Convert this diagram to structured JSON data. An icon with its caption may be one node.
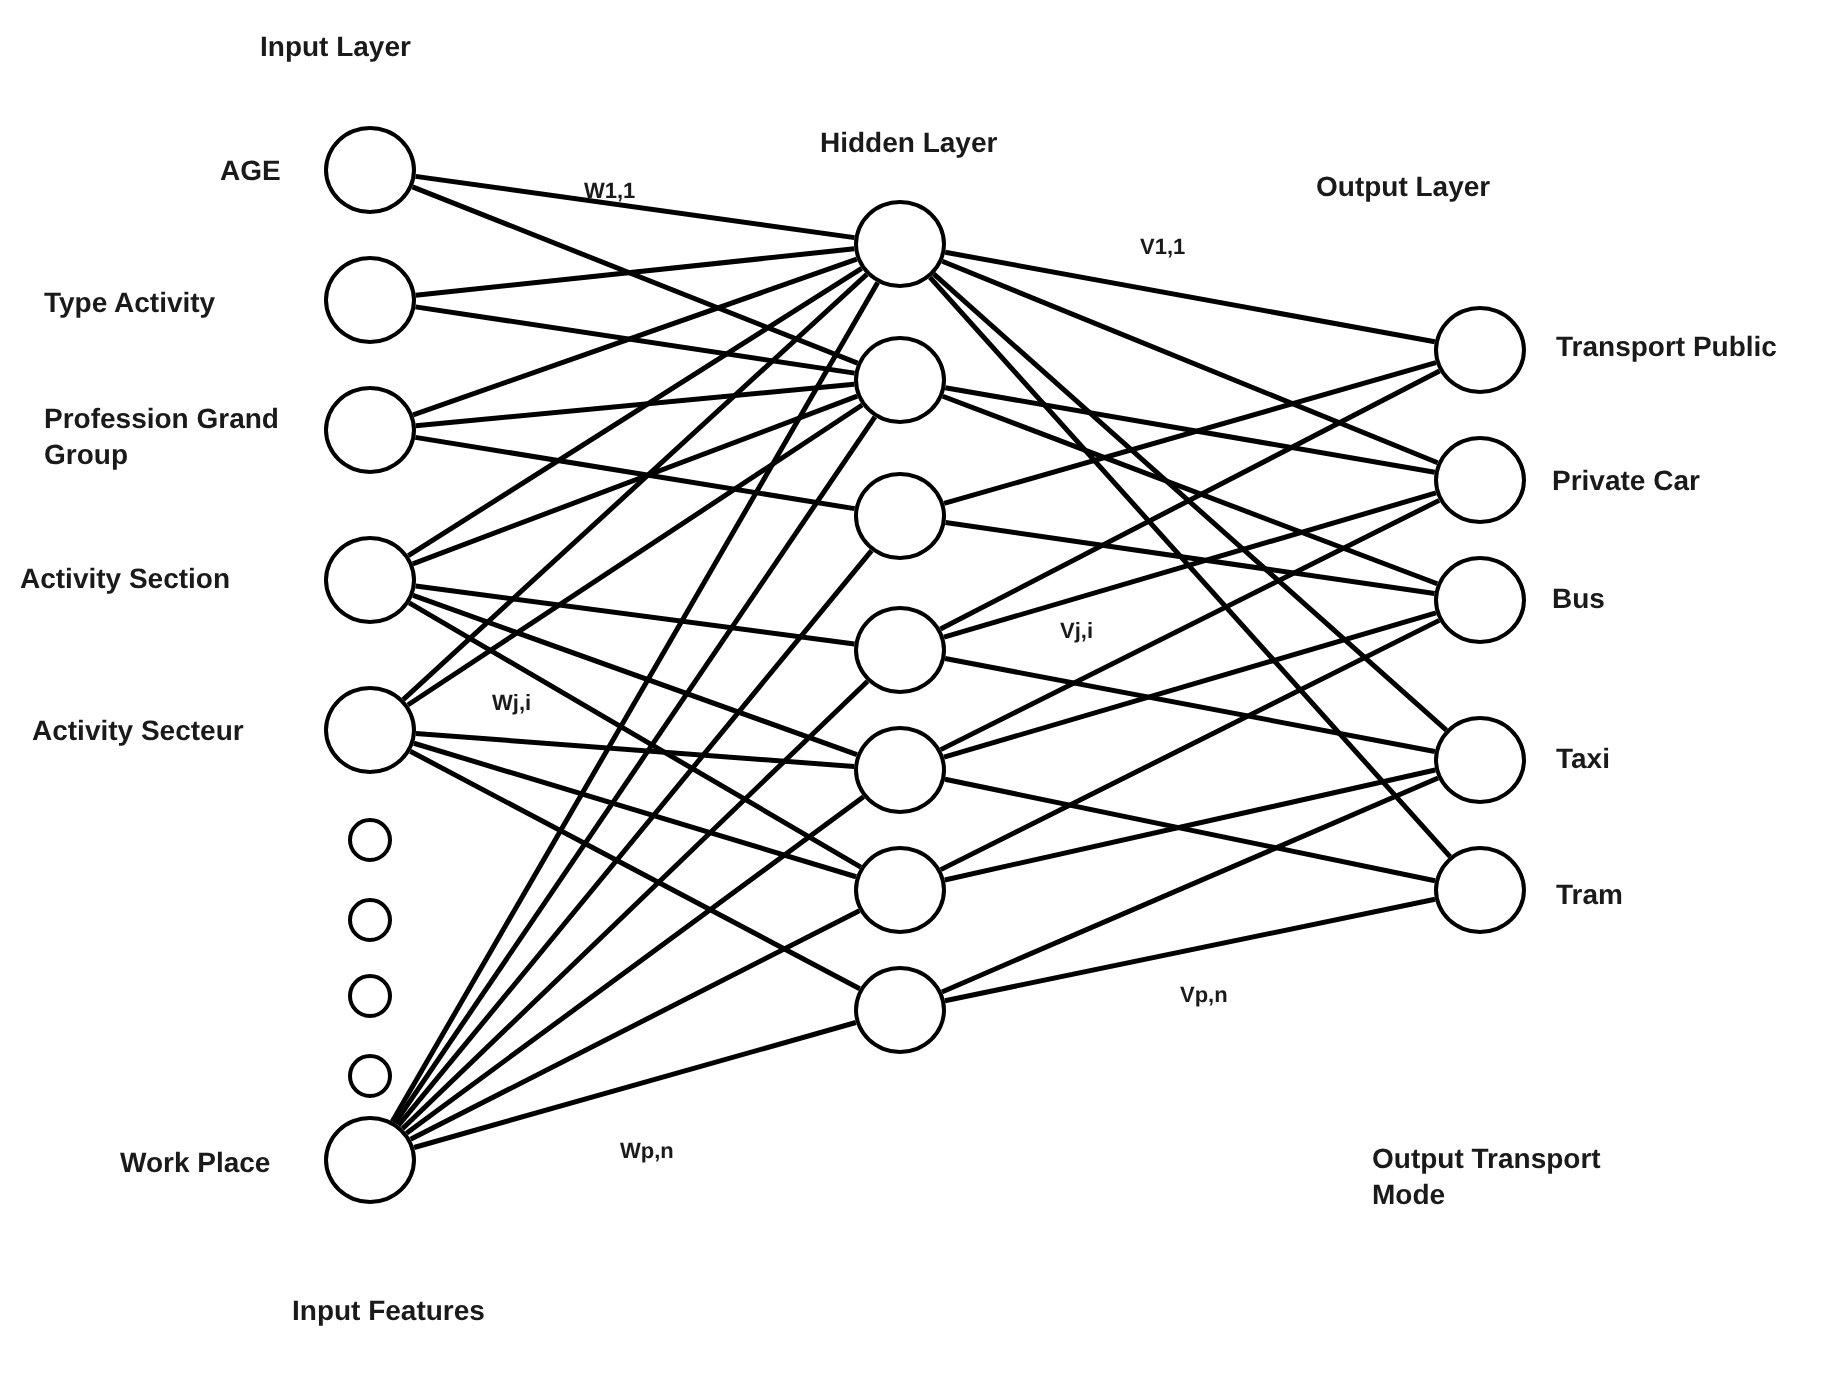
{
  "diagram": {
    "nodes": [
      {
        "text": [],
        "shape": "circle",
        "beside": [
          "AGE"
        ]
      },
      {
        "text": [],
        "shape": "circle",
        "beside": [
          "Type Activity"
        ]
      },
      {
        "text": [],
        "shape": "circle",
        "beside": [
          "Profession Grand Group"
        ]
      },
      {
        "text": [],
        "shape": "circle",
        "beside": [
          "Activity Section"
        ]
      },
      {
        "text": [],
        "shape": "circle",
        "beside": [
          "Activity Secteur"
        ]
      },
      {
        "text": [],
        "shape": "circle"
      },
      {
        "text": [],
        "shape": "circle"
      },
      {
        "text": [],
        "shape": "circle"
      },
      {
        "text": [],
        "shape": "circle"
      },
      {
        "text": [],
        "shape": "circle",
        "beside": [
          "Work Place"
        ]
      },
      {
        "text": [],
        "shape": "circle"
      },
      {
        "text": [],
        "shape": "circle"
      },
      {
        "text": [],
        "shape": "circle"
      },
      {
        "text": [],
        "shape": "circle"
      },
      {
        "text": [],
        "shape": "circle"
      },
      {
        "text": [],
        "shape": "circle"
      },
      {
        "text": [],
        "shape": "circle"
      },
      {
        "text": [],
        "shape": "circle",
        "beside": [
          "Transport Public"
        ]
      },
      {
        "text": [],
        "shape": "circle",
        "beside": [
          "Private Car"
        ]
      },
      {
        "text": [],
        "shape": "circle",
        "beside": [
          "Bus"
        ]
      },
      {
        "text": [],
        "shape": "circle",
        "beside": [
          "Taxi"
        ]
      },
      {
        "text": [],
        "shape": "circle",
        "beside": [
          "Tram"
        ]
      }
    ],
    "edges": [
      {
        "from": 0,
        "to": 10,
        "arrow": "none"
      },
      {
        "from": 0,
        "to": 11,
        "arrow": "none"
      },
      {
        "from": 1,
        "to": 10,
        "arrow": "none"
      },
      {
        "from": 1,
        "to": 11,
        "arrow": "none"
      },
      {
        "from": 2,
        "to": 10,
        "arrow": "none"
      },
      {
        "from": 2,
        "to": 11,
        "arrow": "none"
      },
      {
        "from": 2,
        "to": 12,
        "arrow": "none"
      },
      {
        "from": 3,
        "to": 10,
        "arrow": "none"
      },
      {
        "from": 3,
        "to": 11,
        "arrow": "none"
      },
      {
        "from": 3,
        "to": 13,
        "arrow": "none"
      },
      {
        "from": 3,
        "to": 14,
        "arrow": "none"
      },
      {
        "from": 3,
        "to": 15,
        "arrow": "none"
      },
      {
        "from": 4,
        "to": 10,
        "arrow": "none"
      },
      {
        "from": 4,
        "to": 11,
        "arrow": "none"
      },
      {
        "from": 4,
        "to": 14,
        "arrow": "none"
      },
      {
        "from": 4,
        "to": 15,
        "arrow": "none"
      },
      {
        "from": 4,
        "to": 16,
        "arrow": "none"
      },
      {
        "from": 9,
        "to": 10,
        "arrow": "none"
      },
      {
        "from": 9,
        "to": 11,
        "arrow": "none"
      },
      {
        "from": 9,
        "to": 12,
        "arrow": "none"
      },
      {
        "from": 9,
        "to": 13,
        "arrow": "none"
      },
      {
        "from": 9,
        "to": 14,
        "arrow": "none"
      },
      {
        "from": 9,
        "to": 15,
        "arrow": "none"
      },
      {
        "from": 9,
        "to": 16,
        "arrow": "none"
      },
      {
        "from": 10,
        "to": 17,
        "arrow": "none"
      },
      {
        "from": 10,
        "to": 18,
        "arrow": "none"
      },
      {
        "from": 10,
        "to": 20,
        "arrow": "none"
      },
      {
        "from": 10,
        "to": 21,
        "arrow": "none"
      },
      {
        "from": 11,
        "to": 18,
        "arrow": "none"
      },
      {
        "from": 11,
        "to": 19,
        "arrow": "none"
      },
      {
        "from": 12,
        "to": 17,
        "arrow": "none"
      },
      {
        "from": 12,
        "to": 19,
        "arrow": "none"
      },
      {
        "from": 13,
        "to": 17,
        "arrow": "none"
      },
      {
        "from": 13,
        "to": 18,
        "arrow": "none"
      },
      {
        "from": 13,
        "to": 20,
        "arrow": "none"
      },
      {
        "from": 14,
        "to": 18,
        "arrow": "none"
      },
      {
        "from": 14,
        "to": 19,
        "arrow": "none"
      },
      {
        "from": 14,
        "to": 21,
        "arrow": "none"
      },
      {
        "from": 15,
        "to": 19,
        "arrow": "none"
      },
      {
        "from": 15,
        "to": 20,
        "arrow": "none"
      },
      {
        "from": 16,
        "to": 20,
        "arrow": "none"
      },
      {
        "from": 16,
        "to": 21,
        "arrow": "none"
      }
    ],
    "labels": [
      "Input Layer",
      "W1,1",
      "Hidden Layer",
      "Output Layer",
      "V1,1",
      "Vj,i",
      "Wj,i",
      "Vp,n",
      "Wp,n",
      "Output Transport Mode",
      "Input Features"
    ]
  }
}
